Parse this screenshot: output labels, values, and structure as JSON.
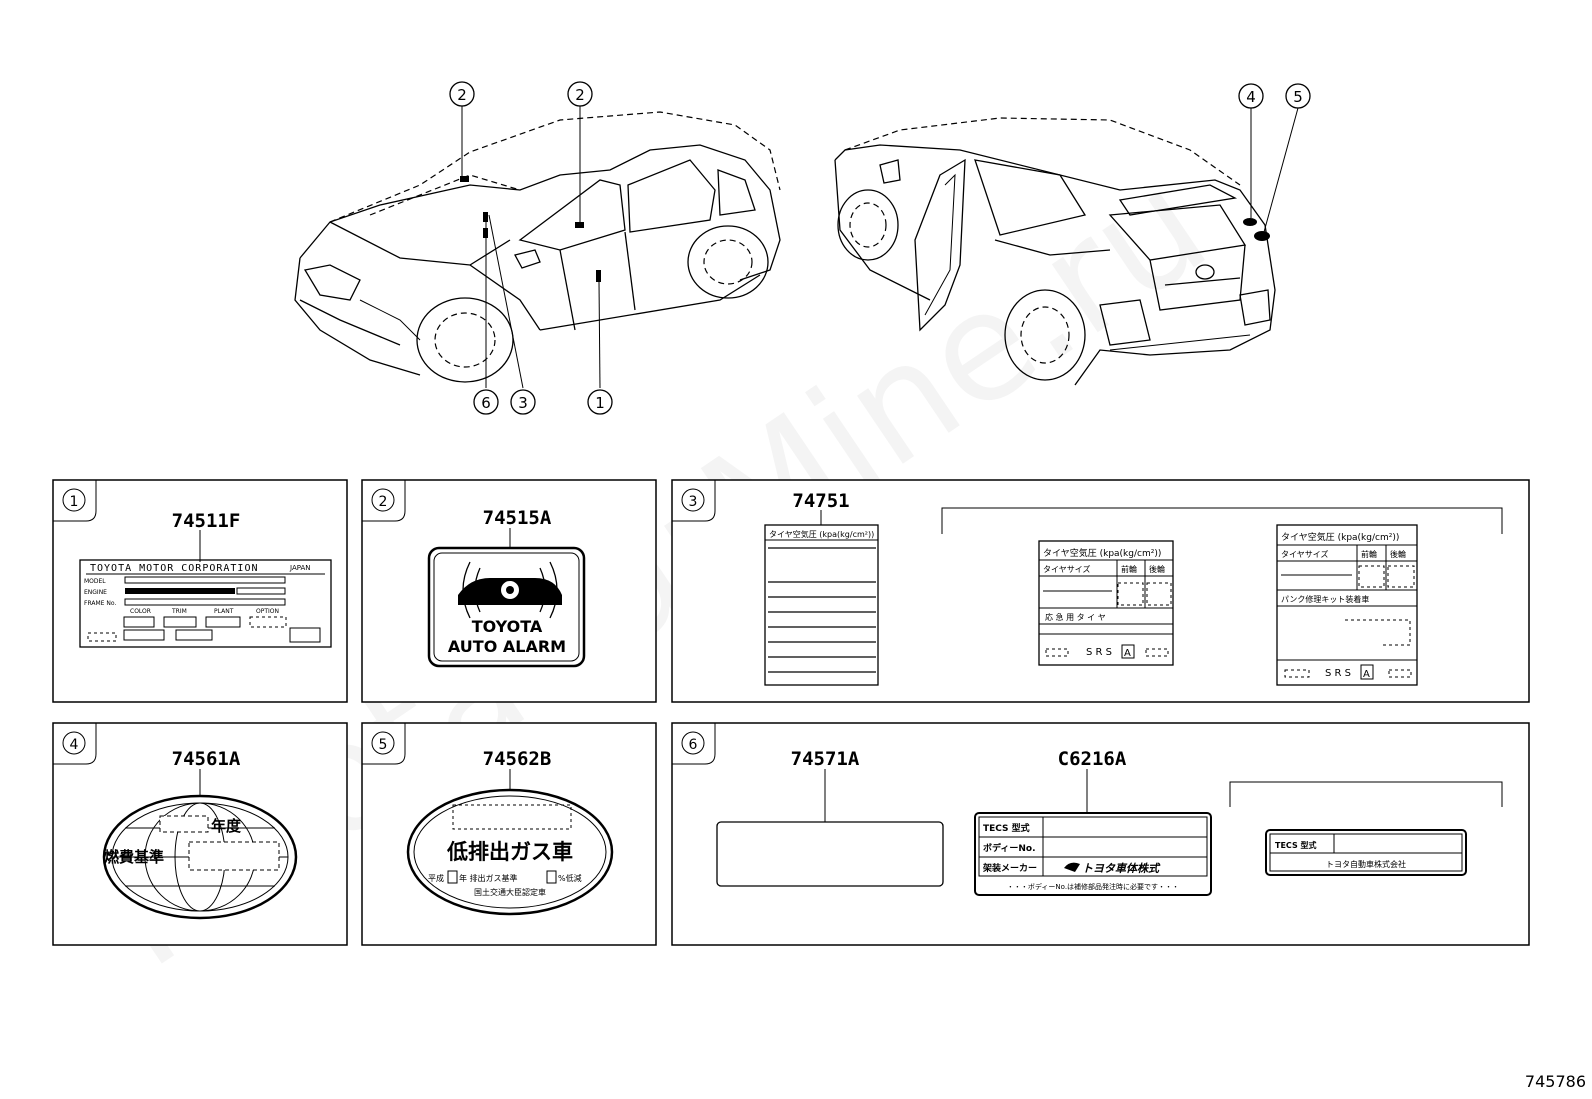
{
  "watermark": "ToyotaCarMine.ru",
  "page_code": "745786",
  "callouts": {
    "front_a": "2",
    "front_b": "2",
    "front_c": "6",
    "front_d": "3",
    "front_e": "1",
    "rear_a": "4",
    "rear_b": "5"
  },
  "panels": [
    {
      "num": "1",
      "parts": [
        "74511F"
      ]
    },
    {
      "num": "2",
      "parts": [
        "74515A"
      ]
    },
    {
      "num": "3",
      "parts": [
        "74751"
      ]
    },
    {
      "num": "4",
      "parts": [
        "74561A"
      ]
    },
    {
      "num": "5",
      "parts": [
        "74562B"
      ]
    },
    {
      "num": "6",
      "parts": [
        "74571A",
        "C6216A"
      ]
    }
  ],
  "label_74511F": {
    "header": "TOYOTA MOTOR CORPORATION",
    "origin": "JAPAN",
    "row_model": "MODEL",
    "row_engine": "ENGINE",
    "row_frame": "FRAME No.",
    "col_color": "COLOR",
    "col_trim": "TRIM",
    "col_plant": "PLANT",
    "col_option": "OPTION"
  },
  "label_74515A": {
    "line1": "TOYOTA",
    "line2": "AUTO ALARM"
  },
  "label_74751": {
    "header": "タイヤ空気圧 (kpa(kg/cm²))"
  },
  "tire_label_a": {
    "header": "タイヤ空気圧 (kpa(kg/cm²))",
    "size": "タイヤサイズ",
    "front": "前輪",
    "rear": "後輪",
    "spare": "応 急 用 タ イ ヤ",
    "srs": "S R S",
    "srs_box": "A"
  },
  "tire_label_b": {
    "header": "タイヤ空気圧 (kpa(kg/cm²))",
    "size": "タイヤサイズ",
    "front": "前輪",
    "rear": "後輪",
    "kit": "パンク修理キット装着車",
    "srs": "S R S",
    "srs_box": "A"
  },
  "label_74561A": {
    "year": "年度",
    "standard": "燃費基準"
  },
  "label_74562B": {
    "title": "低排出ガス車",
    "line_a": "平成",
    "line_b": "年 排出ガス基準",
    "line_c": "%低減",
    "line_d": "国土交通大臣認定車"
  },
  "label_C6216A": {
    "r1": "TECS 型式",
    "r2": "ボディーNo.",
    "r3": "架装メーカー",
    "maker": "トヨタ車体株式",
    "footer": "・・・ボディーNo.は補修部品発注時に必要です・・・"
  },
  "label_C6216A_alt": {
    "r1": "TECS 型式",
    "r2": "トヨタ自動車株式会社"
  }
}
